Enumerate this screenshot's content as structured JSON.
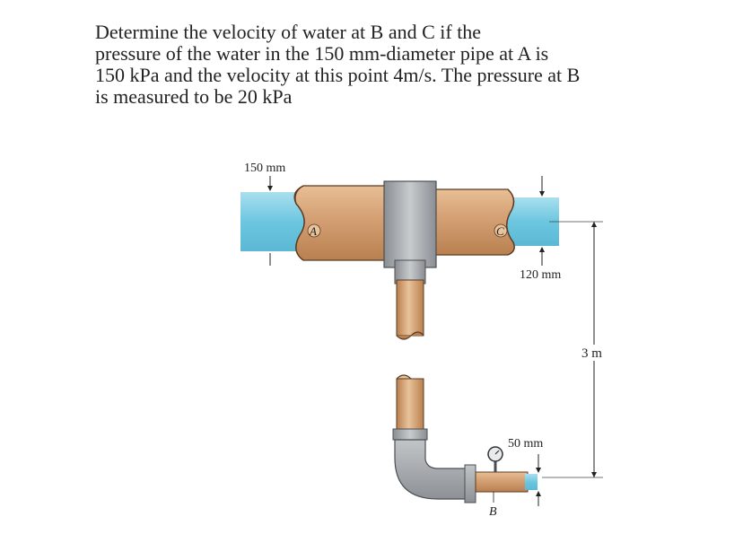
{
  "problem": {
    "lines": [
      "Determine the velocity of water at B and C if the",
      "pressure of the water in the 150 mm-diameter pipe at A is",
      "150 kPa and the velocity at this point 4m/s. The pressure at B",
      "is measured to be 20 kPa"
    ]
  },
  "figure": {
    "dim_150": "150 mm",
    "dim_120": "120 mm",
    "dim_50": "50 mm",
    "dim_3m": "3 m",
    "point_a": "A",
    "point_b": "B",
    "point_c": "C"
  }
}
